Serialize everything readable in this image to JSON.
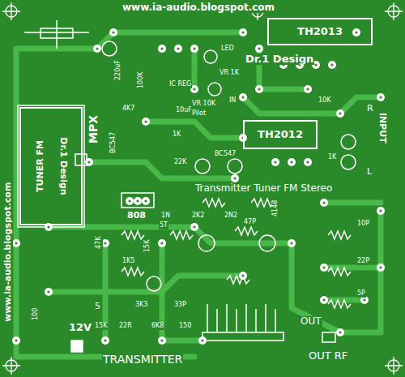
{
  "diagram": {
    "title": "Transmitter Tuner FM Stereo",
    "nodes": [
      {
        "text": [
          "TUNER FM",
          "Dr.1 Design"
        ]
      },
      {
        "text": [
          "TH2013"
        ]
      },
      {
        "text": [
          "TH2012"
        ]
      }
    ],
    "labels": [
      "www.ia-audio.blogspot.com",
      "www.ia-audio.blogspot.com",
      "MPX",
      "Dr.1 Design",
      "TRANSMITTER",
      "12V",
      "OUT",
      "OUT RF",
      "INPUT",
      "R",
      "L",
      "808",
      "4148",
      "5",
      "220uF",
      "100K",
      "10uF",
      "IC REG",
      "LED",
      "VR 10K",
      "Pilot",
      "IN",
      "VR 1K",
      "BC547",
      "BC547",
      "4K7",
      "1K",
      "10K",
      "2K2",
      "22K",
      "47K",
      "1K5",
      "3K3",
      "33P",
      "15K",
      "2N2",
      "6K8",
      "22R",
      "15K",
      "150",
      "100",
      "10P",
      "22P",
      "5P",
      "47P",
      "1N",
      "1K",
      "5T"
    ]
  }
}
